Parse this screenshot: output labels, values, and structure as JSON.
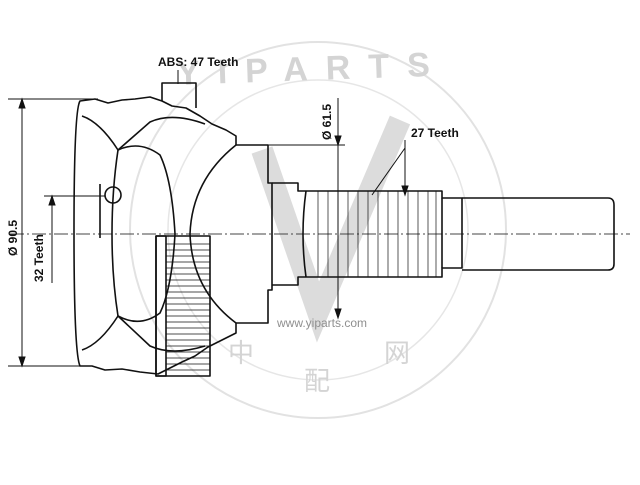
{
  "labels": {
    "abs_teeth": "ABS: 47 Teeth",
    "outer_teeth": "27 Teeth",
    "inner_teeth": "32 Teeth",
    "outer_diameter": "Ø 90.5",
    "shaft_diameter": "Ø 61.5"
  },
  "watermark": {
    "brand": "YIPARTS",
    "url": "www.yiparts.com",
    "chars": [
      "中",
      "配",
      "网"
    ]
  },
  "colors": {
    "line": "#111111",
    "watermark": "#d4d4d4",
    "watermark_url": "#8f8f8f"
  }
}
